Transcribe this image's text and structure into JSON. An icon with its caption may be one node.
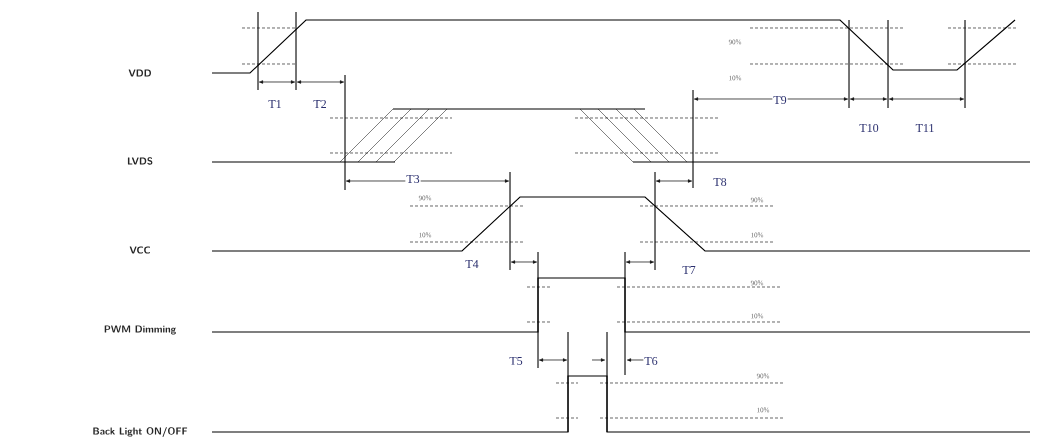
{
  "diagram": {
    "labels": [
      "90%",
      "VDD",
      "10%",
      "T1",
      "T2",
      "T9",
      "T10",
      "T11",
      "LVDS",
      "T3",
      "T8",
      "90%",
      "90%",
      "10%",
      "10%",
      "VCC",
      "T4",
      "T7",
      "90%",
      "PWM Dimming",
      "10%",
      "T5",
      "T6",
      "90%",
      "10%",
      "Back Light ON/OFF"
    ]
  }
}
